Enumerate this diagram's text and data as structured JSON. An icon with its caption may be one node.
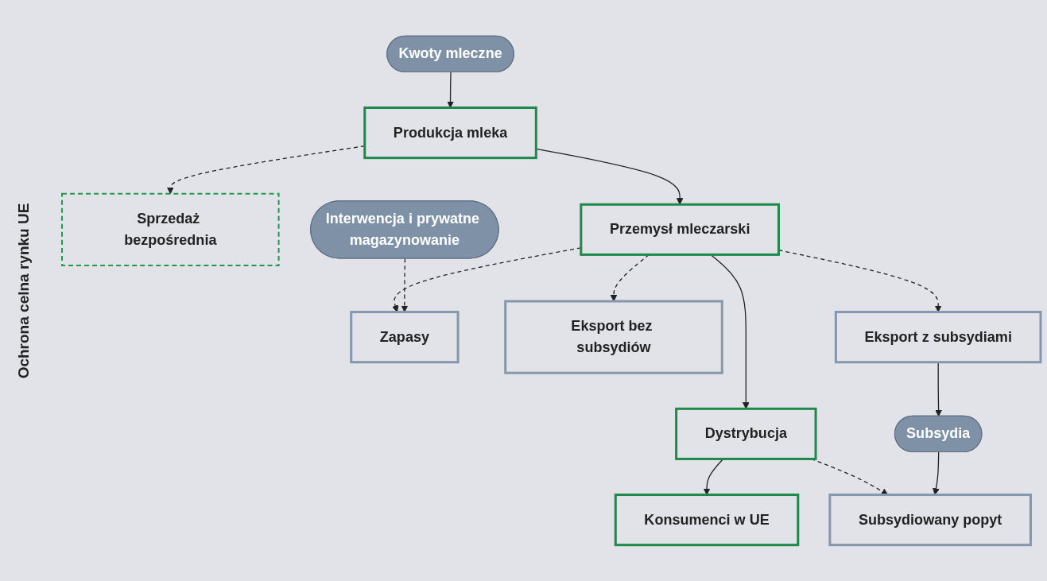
{
  "diagram": {
    "nodes": [
      {
        "text": [
          "Kwoty mleczne"
        ]
      },
      {
        "text": [
          "Produkcja mleka"
        ]
      },
      {
        "text": [
          "Sprzedaż bezpośrednia"
        ]
      },
      {
        "text": [
          "Przemysł mleczarski"
        ]
      },
      {
        "text": [
          "Dystrybucja"
        ]
      },
      {
        "text": [
          "Konsumenci w UE"
        ]
      },
      {
        "text": [
          "Interwencja i prywatne magazynowanie"
        ]
      },
      {
        "text": [
          "Zapasy"
        ]
      },
      {
        "text": [
          "Eksport bez subsydiów"
        ]
      },
      {
        "text": [
          "Eksport z subsydiami"
        ]
      },
      {
        "text": [
          "Subsydia"
        ]
      },
      {
        "text": [
          "Subsydiowany popyt"
        ]
      }
    ],
    "edges": [
      {
        "from": 0,
        "to": 1,
        "arrow": "to"
      },
      {
        "from": 1,
        "to": 3,
        "arrow": "to"
      },
      {
        "from": 1,
        "to": 2,
        "arrow": "to",
        "style": "dashed"
      },
      {
        "from": 3,
        "to": 4,
        "arrow": "to"
      },
      {
        "from": 3,
        "to": 7,
        "arrow": "to",
        "style": "dashed"
      },
      {
        "from": 3,
        "to": 8,
        "arrow": "to",
        "style": "dashed"
      },
      {
        "from": 3,
        "to": 9,
        "arrow": "to",
        "style": "dashed"
      },
      {
        "from": 4,
        "to": 5,
        "arrow": "to"
      },
      {
        "from": 4,
        "to": 11,
        "arrow": "to",
        "style": "dashed"
      },
      {
        "from": 6,
        "to": 7,
        "arrow": "to",
        "style": "dashed"
      },
      {
        "from": 9,
        "to": 10,
        "arrow": "to"
      },
      {
        "from": 10,
        "to": 11,
        "arrow": "to"
      }
    ],
    "labels": [
      "Ochrona celna rynku UE"
    ]
  }
}
